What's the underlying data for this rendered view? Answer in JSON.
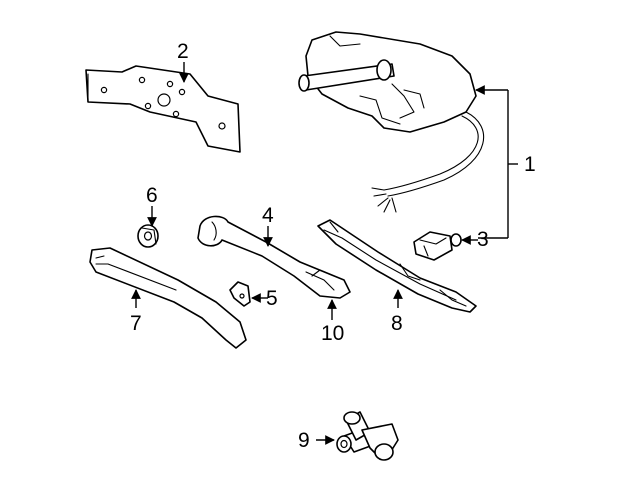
{
  "callouts": [
    {
      "id": "1",
      "label": "1"
    },
    {
      "id": "2",
      "label": "2"
    },
    {
      "id": "3",
      "label": "3"
    },
    {
      "id": "4",
      "label": "4"
    },
    {
      "id": "5",
      "label": "5"
    },
    {
      "id": "6",
      "label": "6"
    },
    {
      "id": "7",
      "label": "7"
    },
    {
      "id": "8",
      "label": "8"
    },
    {
      "id": "9",
      "label": "9"
    },
    {
      "id": "10",
      "label": "10"
    }
  ],
  "colors": {
    "line": "#000000",
    "background": "#ffffff",
    "shade": "#efefef"
  }
}
